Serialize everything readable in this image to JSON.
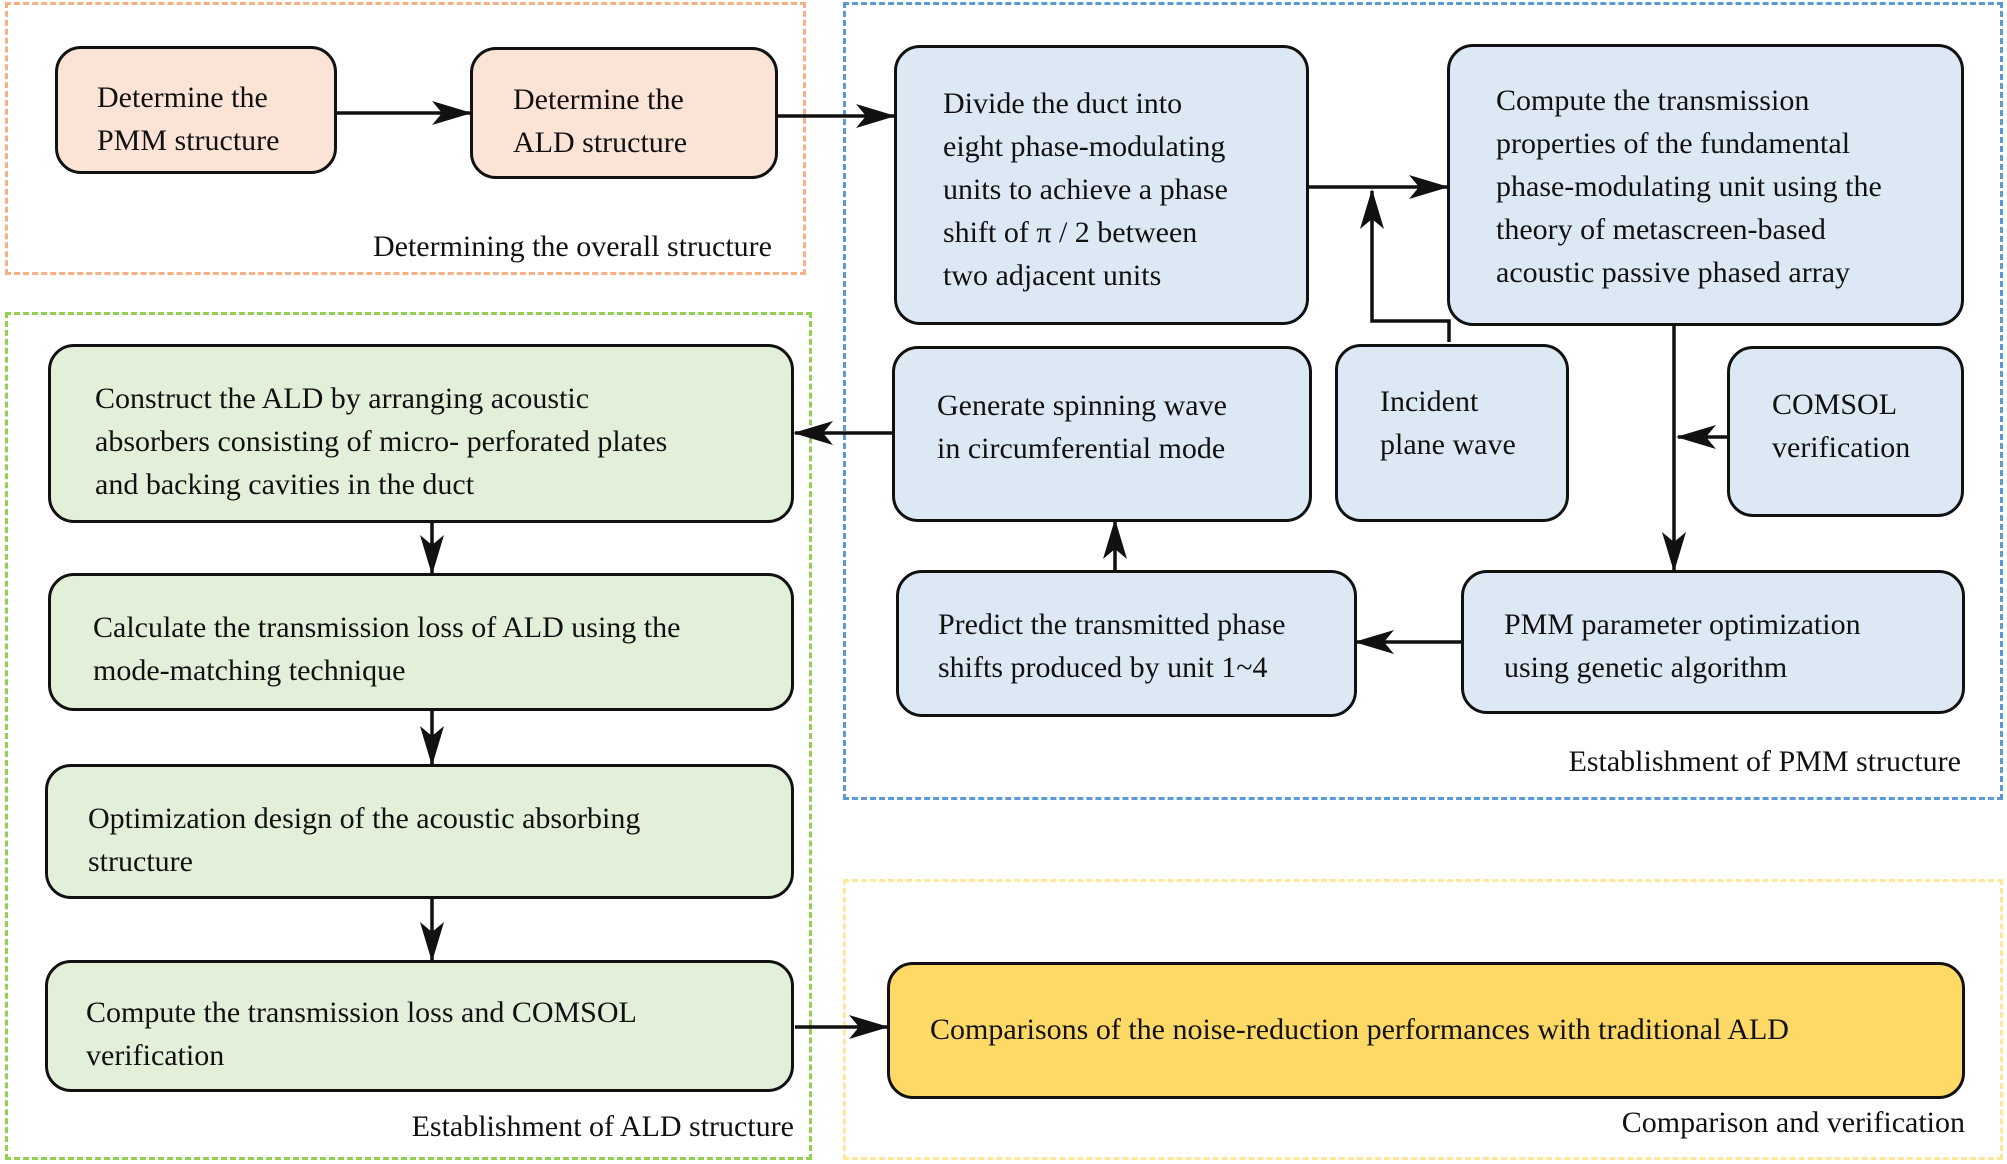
{
  "groups": {
    "overall": "Determining the overall structure",
    "pmm": "Establishment of PMM structure",
    "ald": "Establishment of ALD structure",
    "comparison": "Comparison and verification"
  },
  "boxes": {
    "determine_pmm": [
      "Determine the",
      "PMM structure"
    ],
    "determine_ald": [
      "Determine the",
      "ALD structure"
    ],
    "divide_duct": [
      "Divide the duct into",
      "eight phase-modulating",
      "units to achieve a phase",
      "shift of π / 2 between",
      "two adjacent units"
    ],
    "compute_transmission": [
      "Compute the transmission",
      "properties of the fundamental",
      "phase-modulating unit using the",
      "theory of metascreen-based",
      "acoustic passive phased array"
    ],
    "generate_spinning": [
      "Generate spinning wave",
      "in circumferential mode"
    ],
    "incident_wave": [
      "Incident",
      "plane wave"
    ],
    "comsol_verification": [
      "COMSOL",
      "verification"
    ],
    "predict_phase": [
      "Predict the transmitted phase",
      "shifts produced by unit 1~4"
    ],
    "pmm_optimization": [
      "PMM parameter optimization",
      "using genetic algorithm"
    ],
    "construct_ald": [
      "Construct the ALD by arranging acoustic",
      "absorbers consisting of micro- perforated plates",
      "and backing cavities in the duct"
    ],
    "calculate_tl": [
      "Calculate the transmission loss of ALD using the",
      "mode-matching technique"
    ],
    "optimization_design": [
      "Optimization design of the acoustic absorbing",
      "structure"
    ],
    "compute_tl_comsol": [
      "Compute the transmission loss and COMSOL",
      "verification"
    ],
    "comparisons": [
      "Comparisons of the noise-reduction performances with traditional ALD"
    ]
  },
  "colors": {
    "orange_fill": "#fbe3d6",
    "blue_fill": "#dce9f5",
    "green_fill": "#e2efd9",
    "yellow_fill": "#ffd966",
    "orange_border": "#f4b183",
    "blue_border": "#5b9bd5",
    "green_border": "#92d050",
    "yellow_border": "#ffe699"
  }
}
